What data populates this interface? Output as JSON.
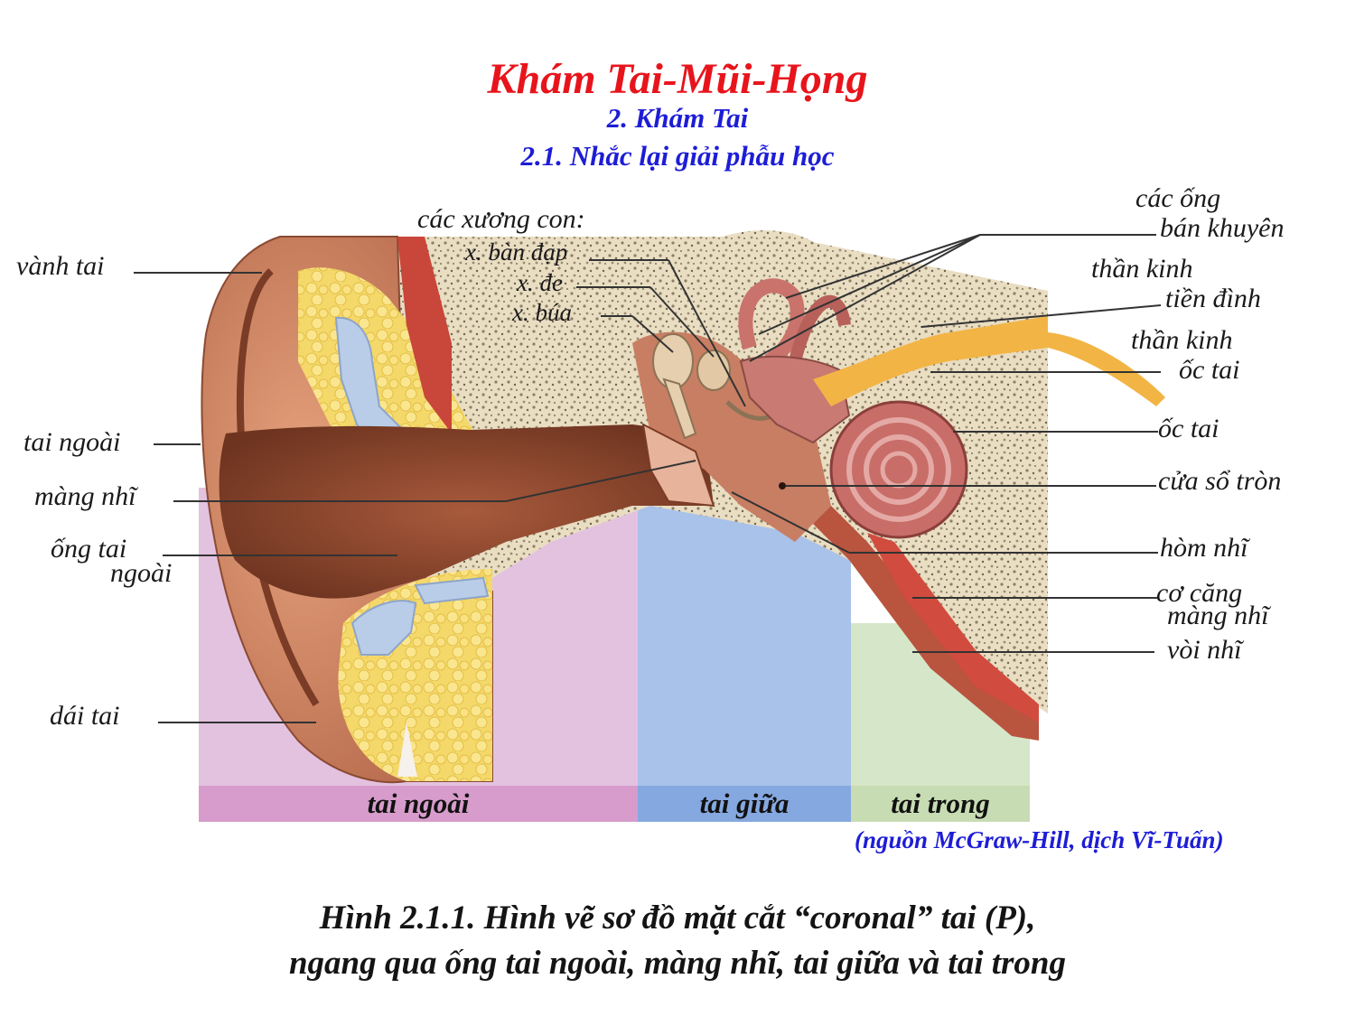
{
  "header": {
    "title": "Khám Tai-Mũi-Họng",
    "section": "2. Khám Tai",
    "subsection": "2.1. Nhắc lại giải phẫu học"
  },
  "labels": {
    "left": {
      "vanh_tai": "vành tai",
      "tai_ngoai": "tai ngoài",
      "mang_nhi": "màng nhĩ",
      "ong_tai_1": "ống tai",
      "ong_tai_2": "ngoài",
      "dai_tai": "dái tai"
    },
    "ossicles": {
      "heading": "các xương con:",
      "stapes": "x. bàn đạp",
      "incus": "x. đe",
      "malleus": "x. búa"
    },
    "right": {
      "ban_khuyen_1": "các ống",
      "ban_khuyen_2": "bán khuyên",
      "tien_dinh_1": "thần kinh",
      "tien_dinh_2": "tiền đình",
      "oc_tai_nerve_1": "thần kinh",
      "oc_tai_nerve_2": "ốc tai",
      "oc_tai": "ốc tai",
      "cua_so_tron": "cửa sổ tròn",
      "hom_nhi": "hòm nhĩ",
      "co_cang_1": "cơ căng",
      "co_cang_2": "màng nhĩ",
      "voi_nhi": "vòi nhĩ"
    }
  },
  "regions": [
    {
      "label": "tai ngoài",
      "color": "#e3c2e0",
      "bar": "#d79ccb"
    },
    {
      "label": "tai giữa",
      "color": "#a9c2ea",
      "bar": "#85a8e0"
    },
    {
      "label": "tai trong",
      "color": "#d6e6c8",
      "bar": "#c7dcb3"
    }
  ],
  "credit": "(nguồn McGraw-Hill, dịch Vĩ-Tuấn)",
  "caption": {
    "line1": "Hình 2.1.1. Hình vẽ sơ đồ mặt cắt “coronal” tai (P),",
    "line2": "ngang qua ống tai ngoài, màng nhĩ, tai giữa và tai trong"
  }
}
